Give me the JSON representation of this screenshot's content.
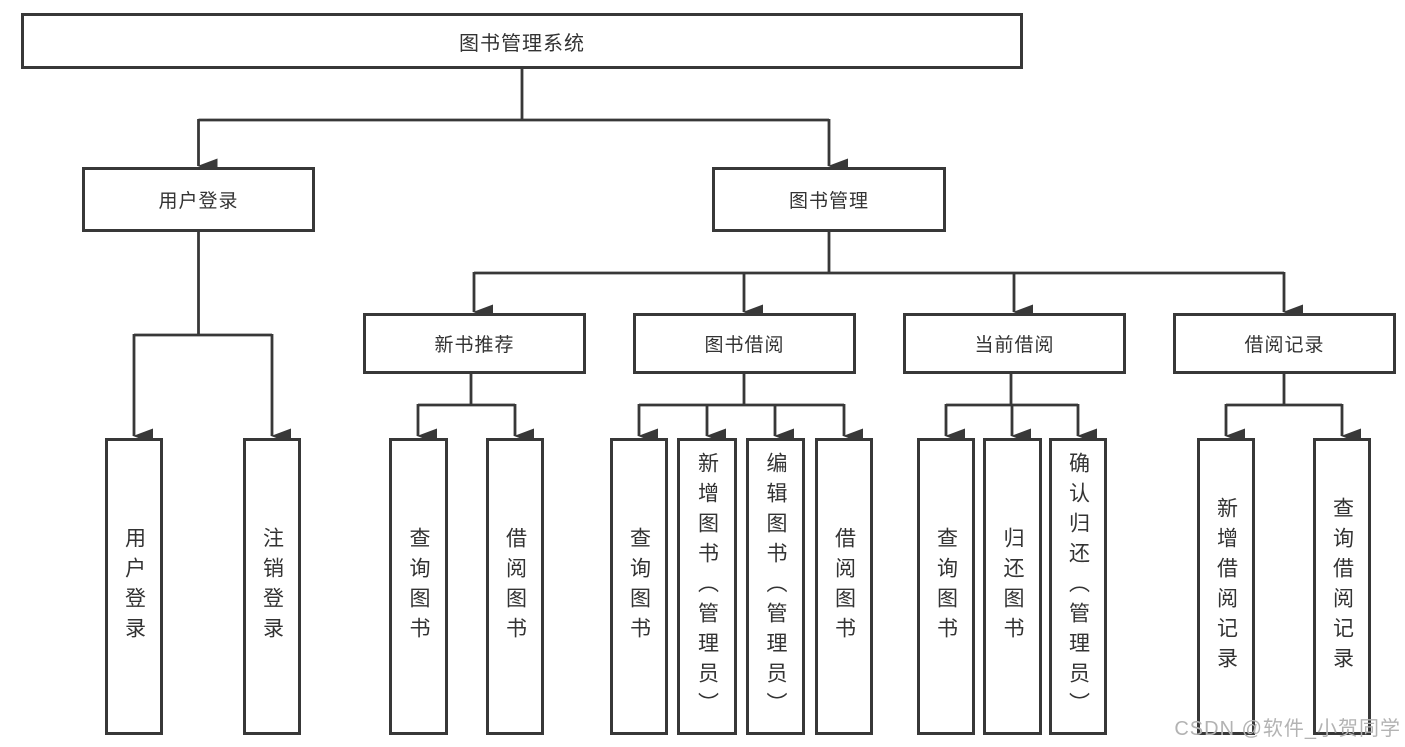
{
  "diagram": {
    "root": {
      "label": "图书管理系统",
      "children": [
        {
          "label": "用户登录",
          "leaves": [
            "用户登录",
            "注销登录"
          ]
        },
        {
          "label": "图书管理",
          "children": [
            {
              "label": "新书推荐",
              "leaves": [
                "查询图书",
                "借阅图书"
              ]
            },
            {
              "label": "图书借阅",
              "leaves": [
                "查询图书",
                "新增图书（管理员）",
                "编辑图书（管理员）",
                "借阅图书"
              ]
            },
            {
              "label": "当前借阅",
              "leaves": [
                "查询图书",
                "归还图书",
                "确认归还（管理员）"
              ]
            },
            {
              "label": "借阅记录",
              "leaves": [
                "新增借阅记录",
                "查询借阅记录"
              ]
            }
          ]
        }
      ]
    }
  },
  "watermark": "CSDN @软件_小贺同学",
  "colors": {
    "line": "#383838",
    "text": "#333333",
    "box_background": "#ffffff",
    "page_background": "#ffffff",
    "watermark": "#b3b3b3"
  }
}
